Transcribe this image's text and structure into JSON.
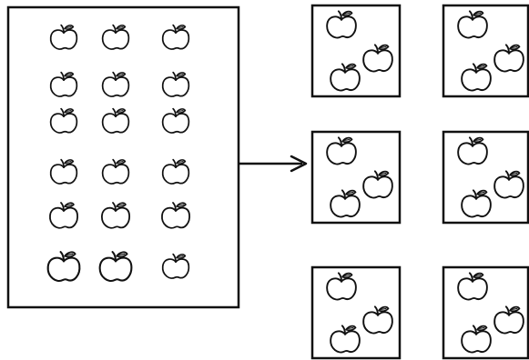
{
  "diagram": {
    "kind": "apple-division",
    "icon": "apple-icon",
    "colors": {
      "ink": "#111111",
      "paper": "#ffffff"
    },
    "source_group": {
      "rows": 6,
      "columns": 3,
      "apple_count": 18
    },
    "arrow": {
      "direction": "right",
      "icon": "arrow-right-icon"
    },
    "target_groups": {
      "group_count": 6,
      "apples_per_group": 3,
      "columns": 2,
      "rows": 3
    }
  }
}
